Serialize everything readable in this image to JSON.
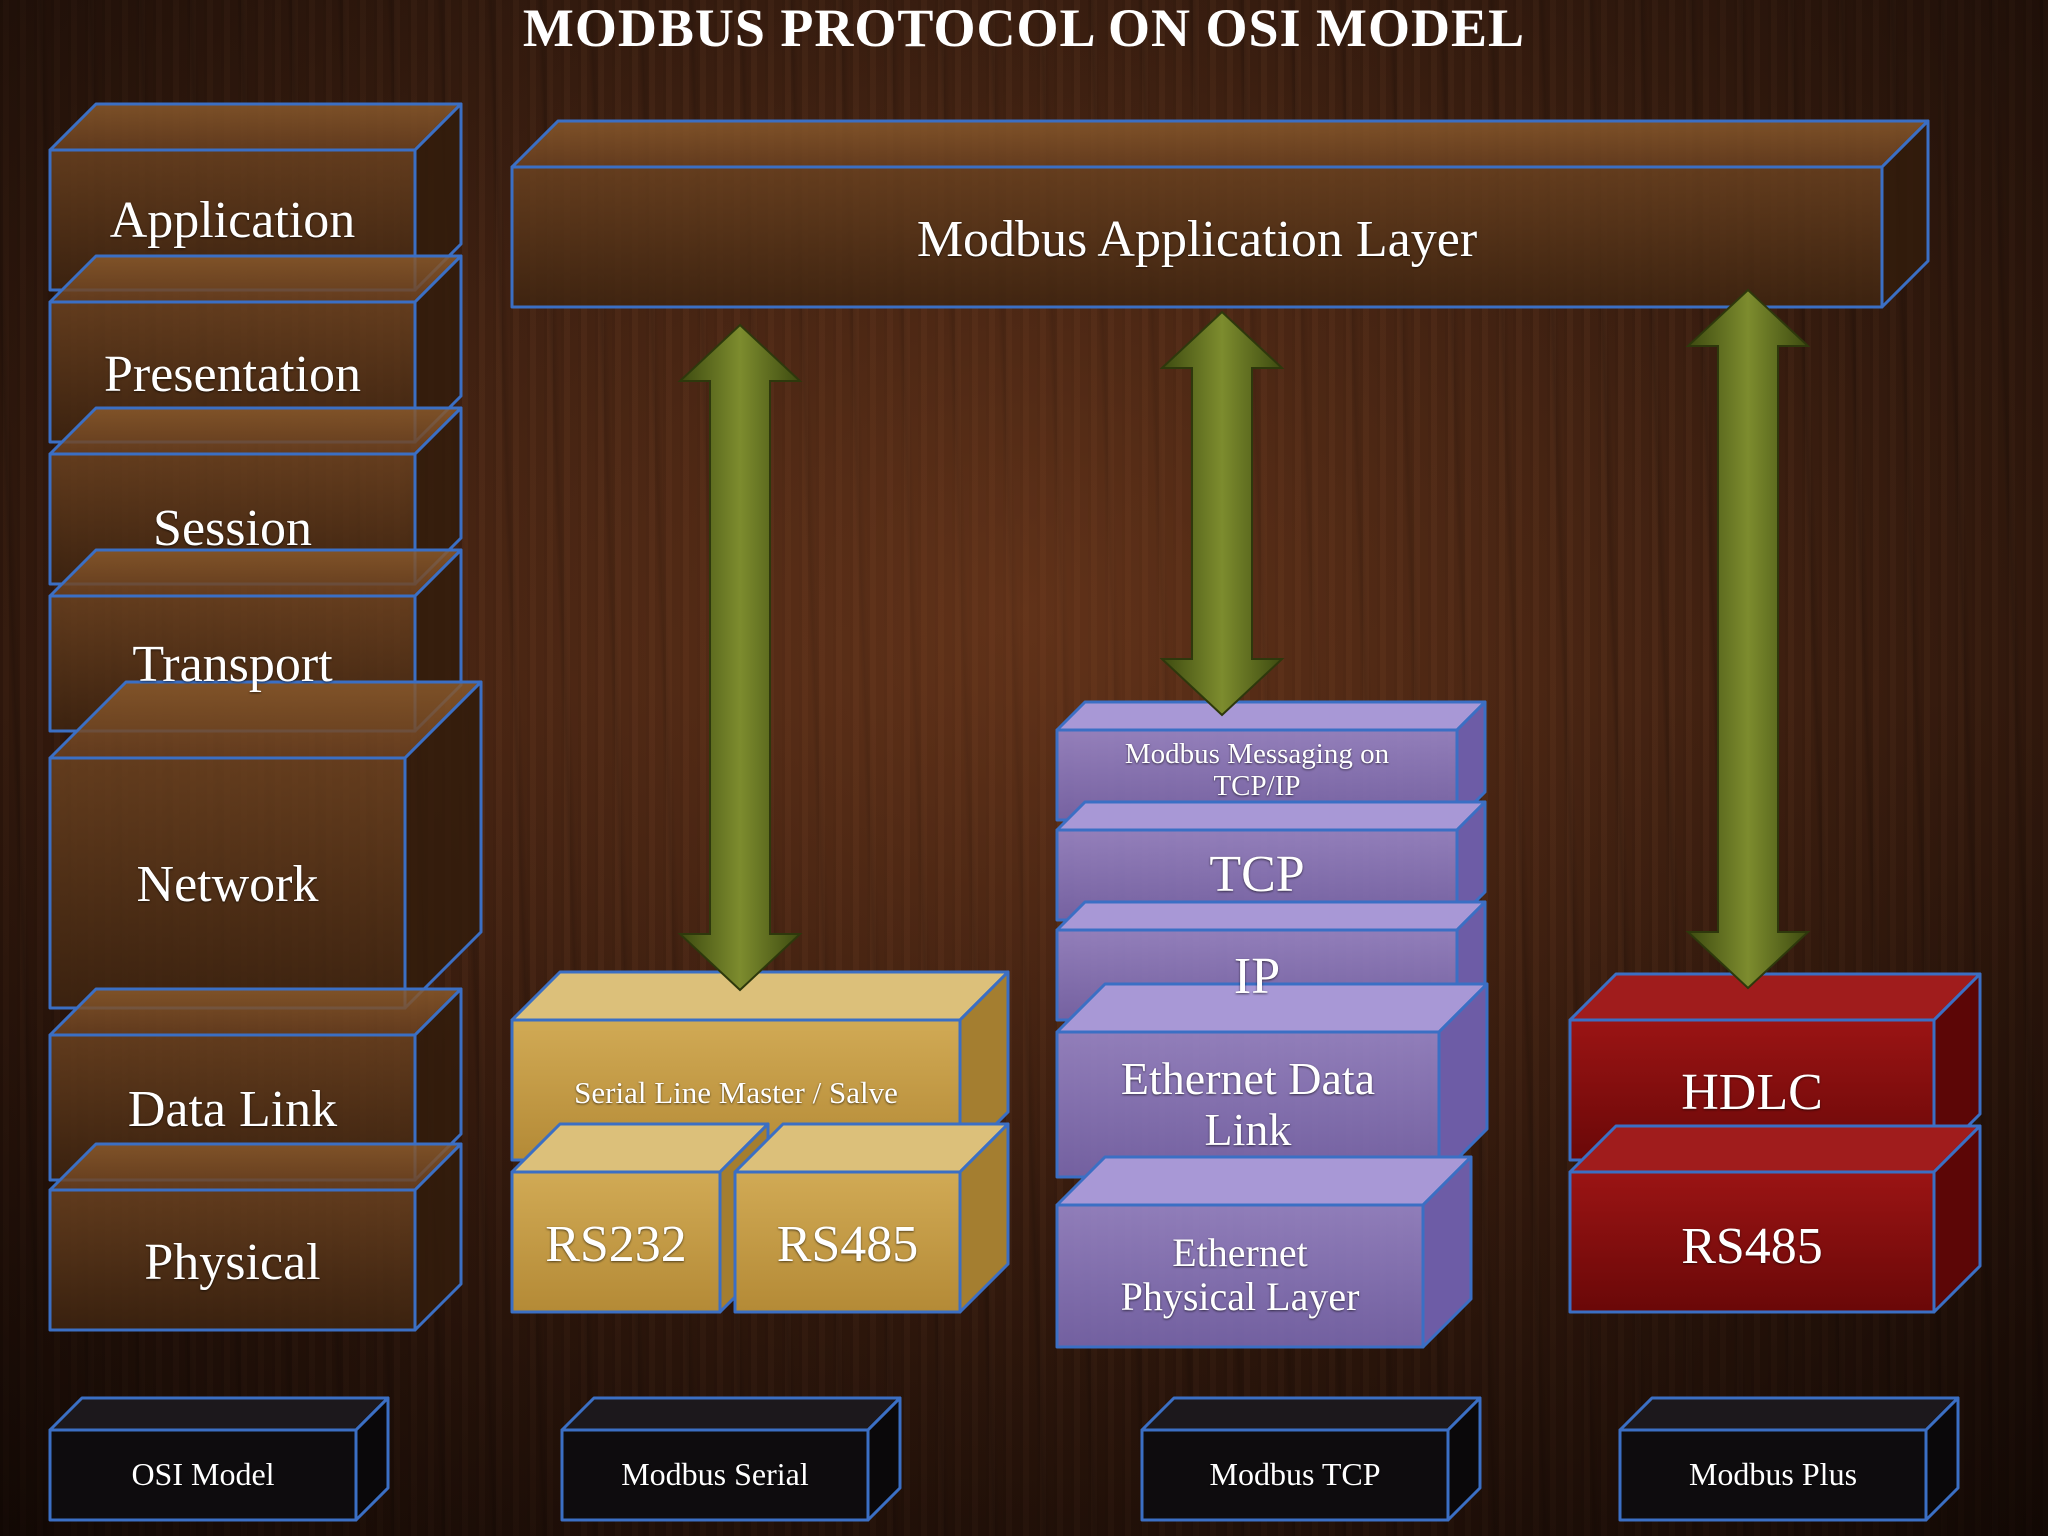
{
  "title": "MODBUS PROTOCOL ON OSI MODEL",
  "colors": {
    "wood": "#4a2614",
    "edge_blue": "#3b6fc4",
    "serial_yellow": "#c9a24a",
    "tcp_purple": "#8e7bc4",
    "plus_red": "#8a1010",
    "arrow_green": "#5b6b1e",
    "label_dark": "#0e0c0e"
  },
  "osi_layers": [
    {
      "label": "Application"
    },
    {
      "label": "Presentation"
    },
    {
      "label": "Session"
    },
    {
      "label": "Transport"
    },
    {
      "label": "Network"
    },
    {
      "label": "Data Link"
    },
    {
      "label": "Physical"
    }
  ],
  "application_layer": {
    "label": "Modbus Application Layer"
  },
  "serial_stack": {
    "master": "Serial Line Master / Salve",
    "rs232": "RS232",
    "rs485": "RS485"
  },
  "tcp_stack": {
    "messaging": "Modbus Messaging on\nTCP/IP",
    "tcp": "TCP",
    "ip": "IP",
    "datalink": "Ethernet Data\nLink",
    "physical": "Ethernet\nPhysical Layer"
  },
  "plus_stack": {
    "hdlc": "HDLC",
    "rs485": "RS485"
  },
  "footer_labels": {
    "osi": "OSI Model",
    "serial": "Modbus Serial",
    "tcp": "Modbus TCP",
    "plus": "Modbus Plus"
  }
}
